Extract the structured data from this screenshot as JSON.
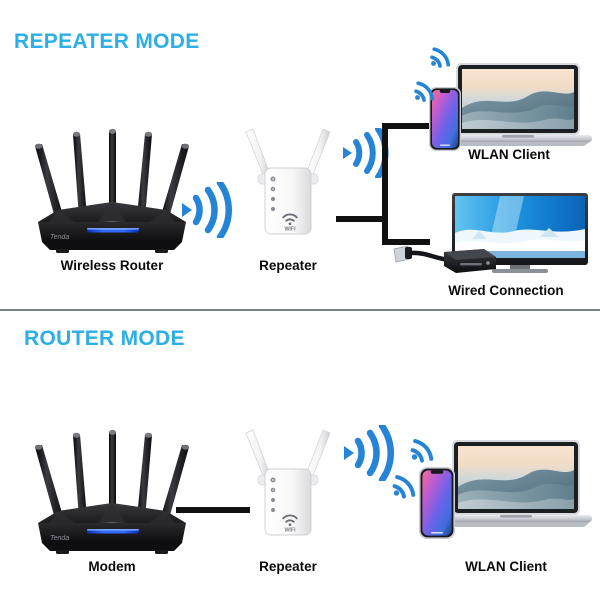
{
  "diagram": {
    "title_colors": {
      "heading": "#2BAFE6",
      "label": "#0b0b0b",
      "wifi": "#2684D6",
      "line": "#111111"
    },
    "sections": [
      {
        "id": "repeater-mode",
        "heading": "REPEATER MODE",
        "labels": {
          "source": "Wireless Router",
          "repeater": "Repeater",
          "client_wireless": "WLAN Client",
          "client_wired": "Wired Connection"
        },
        "icons": {
          "source": "wireless-router-icon",
          "repeater": "wifi-repeater-icon",
          "client_wireless": "laptop-and-phone-icon",
          "client_wired": "television-and-set-top-box-icon"
        },
        "links": [
          {
            "from": "Wireless Router",
            "to": "Repeater",
            "type": "wireless"
          },
          {
            "from": "Repeater",
            "to": "WLAN Client",
            "type": "wireless"
          },
          {
            "from": "Repeater",
            "to": "Wired Connection",
            "type": "wired"
          }
        ]
      },
      {
        "id": "router-mode",
        "heading": "ROUTER MODE",
        "labels": {
          "source": "Modem",
          "repeater": "Repeater",
          "client_wireless": "WLAN Client"
        },
        "icons": {
          "source": "modem-icon",
          "repeater": "wifi-repeater-icon",
          "client_wireless": "laptop-and-phone-icon"
        },
        "links": [
          {
            "from": "Modem",
            "to": "Repeater",
            "type": "wired"
          },
          {
            "from": "Repeater",
            "to": "WLAN Client",
            "type": "wireless"
          }
        ]
      }
    ],
    "device_details": {
      "router_antenna_count": 5,
      "repeater_antenna_count": 2,
      "repeater_led_count": 4,
      "repeater_badge": "wifi-logo-badge"
    }
  }
}
